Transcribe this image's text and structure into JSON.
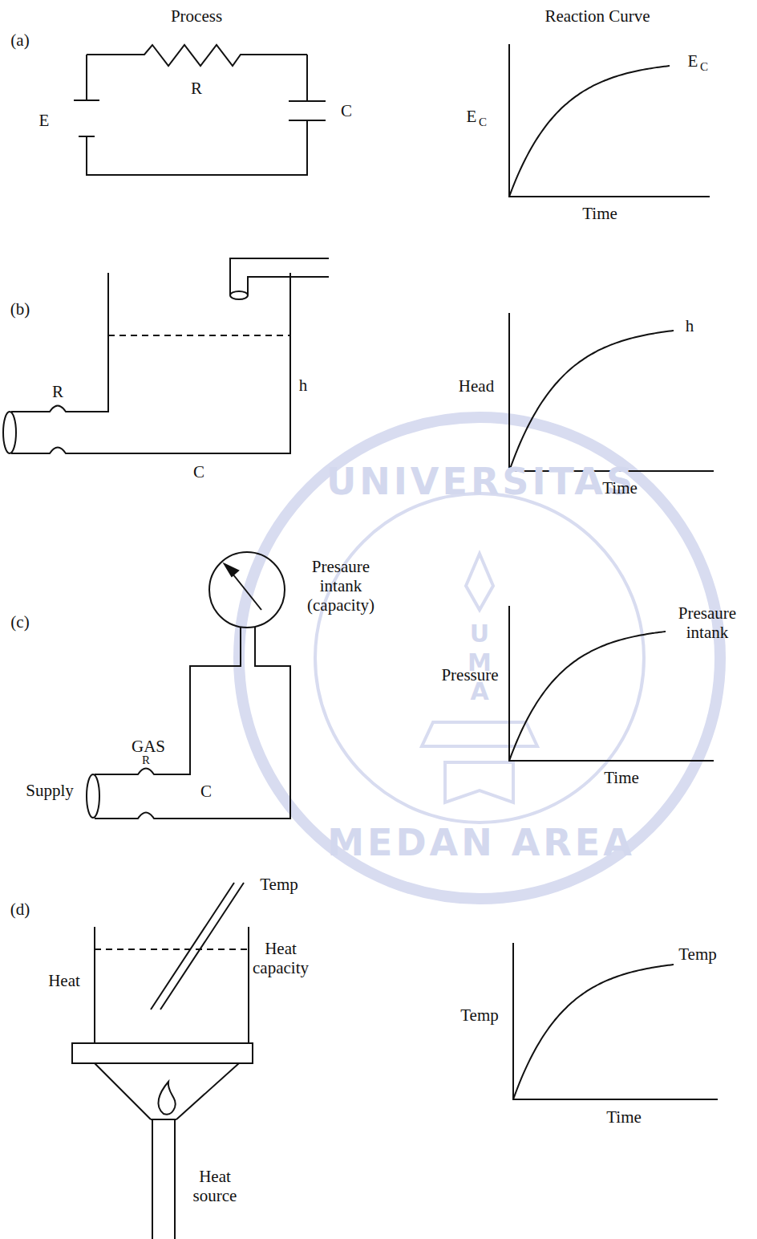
{
  "diagram": {
    "labels": [
      "Process",
      "Reaction Curve",
      "(a)",
      "R",
      "E",
      "C",
      "E",
      "C",
      "E",
      "C",
      "Time",
      "(b)",
      "h",
      "R",
      "C",
      "h",
      "Head",
      "Time",
      "(c)",
      "Presaure intank (capacity)",
      "GAS",
      "R",
      "Supply",
      "C",
      "Presaure intank",
      "Pressure",
      "Time",
      "(d)",
      "Temp",
      "Heat",
      "Heat capacity",
      "Temp",
      "Temp",
      "Time",
      "Heat source",
      "UNIVERSITAS",
      "MEDAN AREA",
      "U",
      "M",
      "A"
    ]
  }
}
